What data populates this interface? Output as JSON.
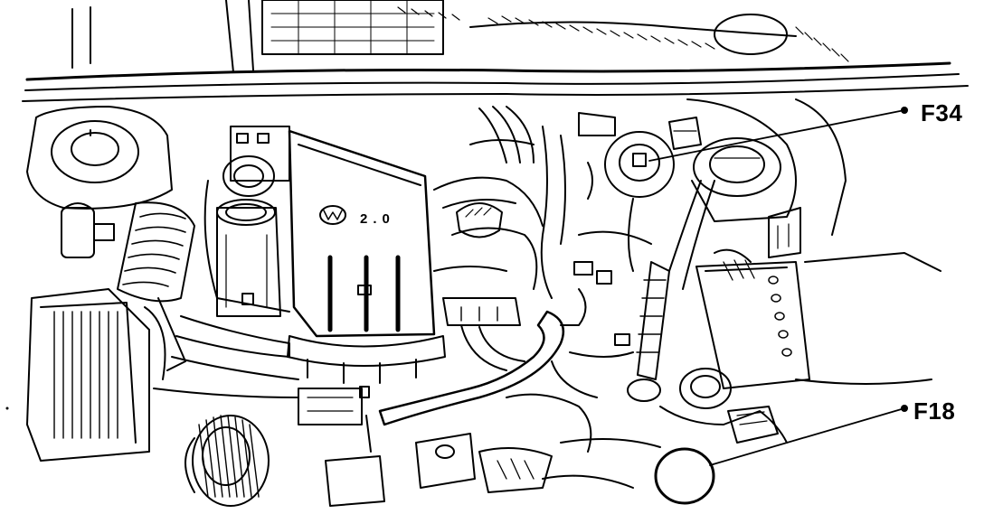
{
  "labels": {
    "f34": "F34",
    "f18": "F18"
  },
  "engine_badge": {
    "brand_mark": "vw-logo",
    "displacement": "2.0"
  },
  "colors": {
    "line": "#000000",
    "background": "#ffffff"
  }
}
